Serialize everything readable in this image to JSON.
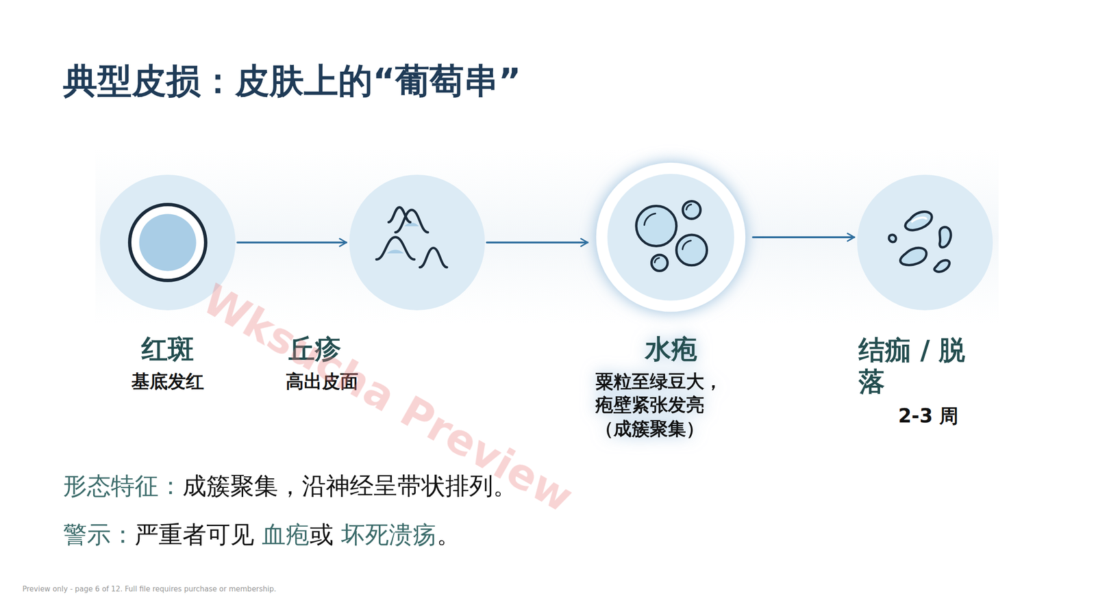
{
  "diagram": {
    "title": "典型皮损：皮肤上的“葡萄串”",
    "nodes": [
      {
        "text": [
          "红斑",
          "基底发红"
        ]
      },
      {
        "text": [
          "丘疹",
          "高出皮面"
        ]
      },
      {
        "text": [
          "水疱",
          "粟粒至绿豆大， 疱壁紧张发亮 （成簇聚集）"
        ]
      },
      {
        "text": [
          "结痂 / 脱落",
          "2-3 周"
        ]
      }
    ],
    "edges": [
      {
        "from": 0,
        "to": 1,
        "arrow": "to"
      },
      {
        "from": 1,
        "to": 2,
        "arrow": "to"
      },
      {
        "from": 2,
        "to": 3,
        "arrow": "to"
      }
    ],
    "labels": [
      "形态特征：",
      "成簇聚集，沿神经呈带状排列。",
      "警示：",
      "严重者可见 ",
      "血疱",
      "或 ",
      "坏死溃疡",
      "。",
      "Wksucha Preview",
      "Preview only - page 6 of 12. Full file requires purchase or membership."
    ]
  }
}
